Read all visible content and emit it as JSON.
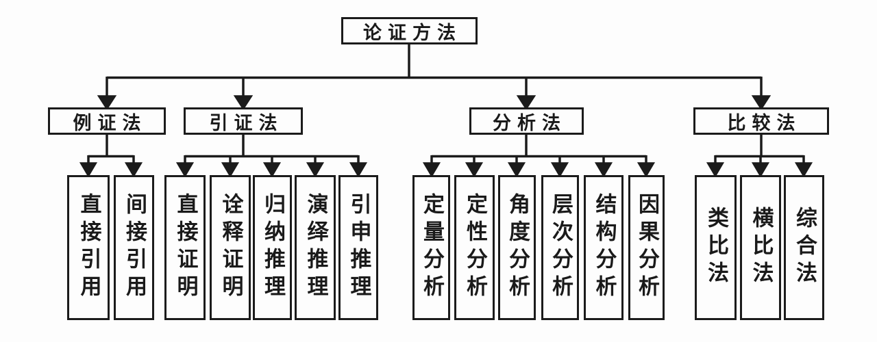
{
  "diagram": {
    "title": "论证方法",
    "branches": [
      {
        "label": "例证法",
        "children": [
          "直接引用",
          "间接引用"
        ]
      },
      {
        "label": "引证法",
        "children": [
          "直接证明",
          "诠释证明",
          "归纳推理",
          "演绎推理",
          "引申推理"
        ]
      },
      {
        "label": "分析法",
        "children": [
          "定量分析",
          "定性分析",
          "角度分析",
          "层次分析",
          "结构分析",
          "因果分析"
        ]
      },
      {
        "label": "比较法",
        "children": [
          "类比法",
          "横比法",
          "综合法"
        ]
      }
    ],
    "colors": {
      "line": "#1b1b1b",
      "box_border": "#1b1b1b",
      "background": "#fdfdfd",
      "text": "#1a1a1a"
    }
  }
}
